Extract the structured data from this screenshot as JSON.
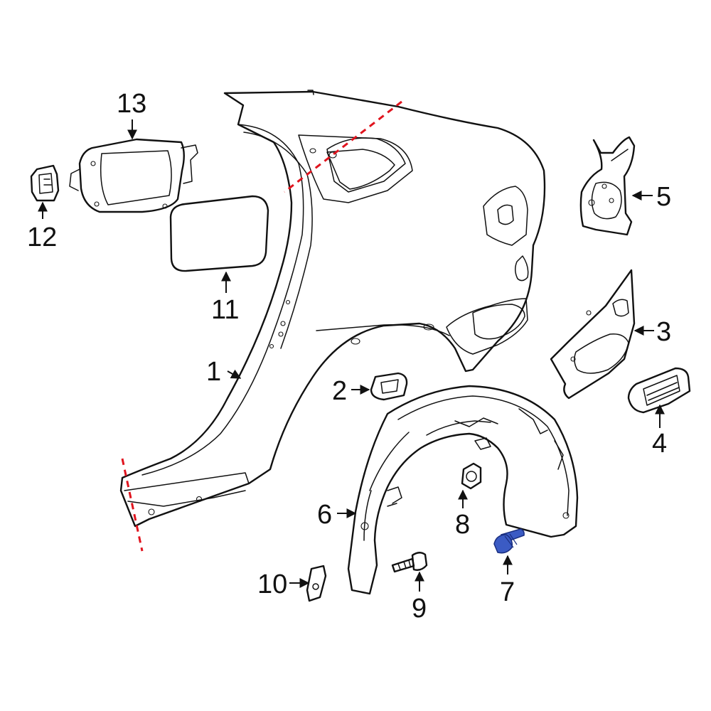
{
  "diagram": {
    "callouts": {
      "c1": "1",
      "c2": "2",
      "c3": "3",
      "c4": "4",
      "c5": "5",
      "c6": "6",
      "c7": "7",
      "c8": "8",
      "c9": "9",
      "c10": "10",
      "c11": "11",
      "c12": "12",
      "c13": "13"
    },
    "colors": {
      "outline": "#111111",
      "cut_line": "#e0141e",
      "highlight_part": "#3b5bc4"
    },
    "highlighted_part": "7"
  }
}
